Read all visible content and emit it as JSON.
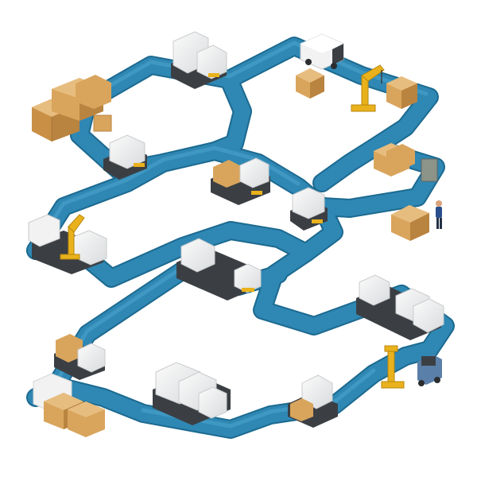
{
  "colors": {
    "background": "#ffffff",
    "track_fill": "#2f87b3",
    "track_edge": "#1c6a90",
    "track_top": "#4aa3cc",
    "box": "#d9a55c",
    "box_dark": "#b98340",
    "box_light": "#e7bd7f",
    "tape": "#c89446",
    "cargo_white": "#f2f2f2",
    "cargo_shade": "#d4d6d8",
    "truck_body": "#7a7f84",
    "truck_dark": "#3b3f44",
    "accent_yellow": "#e9b21c",
    "worker_shirt": "#2a4f8c",
    "worker_pants": "#243145",
    "skin": "#d9a37a"
  },
  "components": {
    "conveyor_loop": "closed-loop-conveyor-track",
    "carriers": [
      "cargo-carrier",
      "cargo-carrier",
      "cargo-carrier",
      "cargo-carrier",
      "cargo-carrier",
      "cargo-carrier",
      "cargo-carrier",
      "cargo-carrier",
      "cargo-carrier",
      "cargo-carrier",
      "cargo-carrier"
    ],
    "cranes": [
      "loading-crane",
      "loading-crane",
      "loading-crane"
    ],
    "vehicles": [
      "delivery-van",
      "forklift"
    ],
    "storage": [
      "box-stack",
      "box-stack",
      "box-stack",
      "box-stack",
      "box-stack"
    ],
    "people": [
      "warehouse-worker"
    ]
  }
}
